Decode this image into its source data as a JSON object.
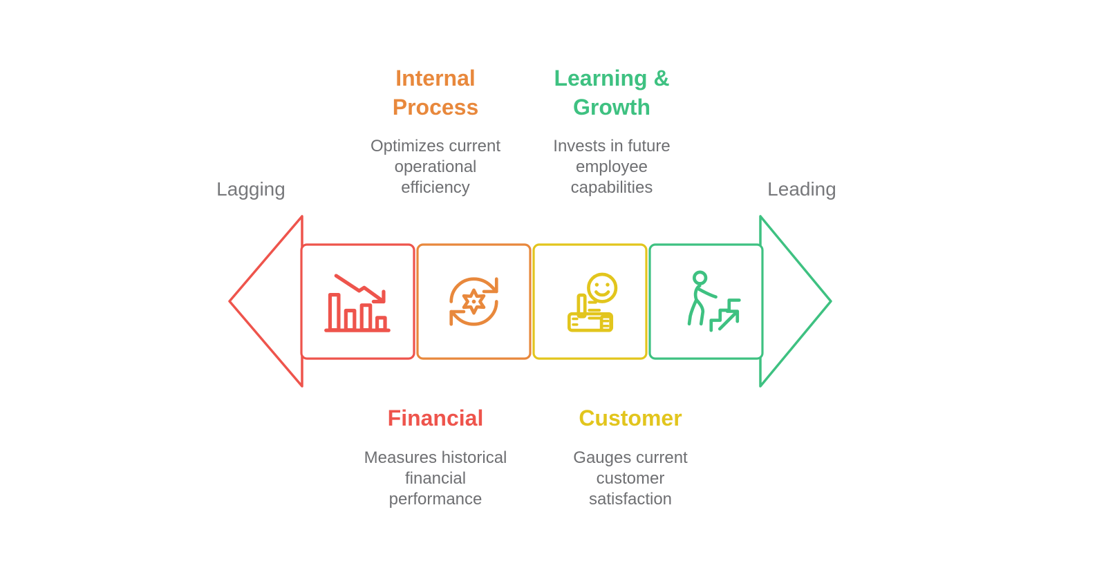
{
  "diagram": {
    "type": "balanced-scorecard-lagging-leading-arrow",
    "axis": {
      "left_label": "Lagging",
      "right_label": "Leading"
    },
    "perspectives": [
      {
        "id": "financial",
        "title": "Financial",
        "title_lines": [
          "Financial"
        ],
        "description": "Measures historical financial performance",
        "description_lines": [
          "Measures historical",
          "financial",
          "performance"
        ],
        "label_position": "bottom",
        "color": "#EE544C",
        "icon": "declining-bar-chart-icon"
      },
      {
        "id": "internal-process",
        "title": "Internal Process",
        "title_lines": [
          "Internal",
          "Process"
        ],
        "description": "Optimizes current operational efficiency",
        "description_lines": [
          "Optimizes current",
          "operational",
          "efficiency"
        ],
        "label_position": "top",
        "color": "#E8883C",
        "icon": "sync-gear-icon"
      },
      {
        "id": "customer",
        "title": "Customer",
        "title_lines": [
          "Customer"
        ],
        "description": "Gauges current customer satisfaction",
        "description_lines": [
          "Gauges current",
          "customer",
          "satisfaction"
        ],
        "label_position": "bottom",
        "color": "#E2C51D",
        "icon": "customer-satisfaction-smiley-icon"
      },
      {
        "id": "learning-growth",
        "title": "Learning & Growth",
        "title_lines": [
          "Learning &",
          "Growth"
        ],
        "description": "Invests in future employee capabilities",
        "description_lines": [
          "Invests in future",
          "employee",
          "capabilities"
        ],
        "label_position": "top",
        "color": "#3EC181",
        "icon": "person-climbing-stairs-icon"
      }
    ]
  },
  "colors": {
    "financial": "#EE544C",
    "internal_process": "#E8883C",
    "customer": "#E2C51D",
    "learning_growth": "#3EC181",
    "text_gray": "#6E6F72",
    "side_label_gray": "#77787B",
    "background": "#FFFFFF"
  }
}
